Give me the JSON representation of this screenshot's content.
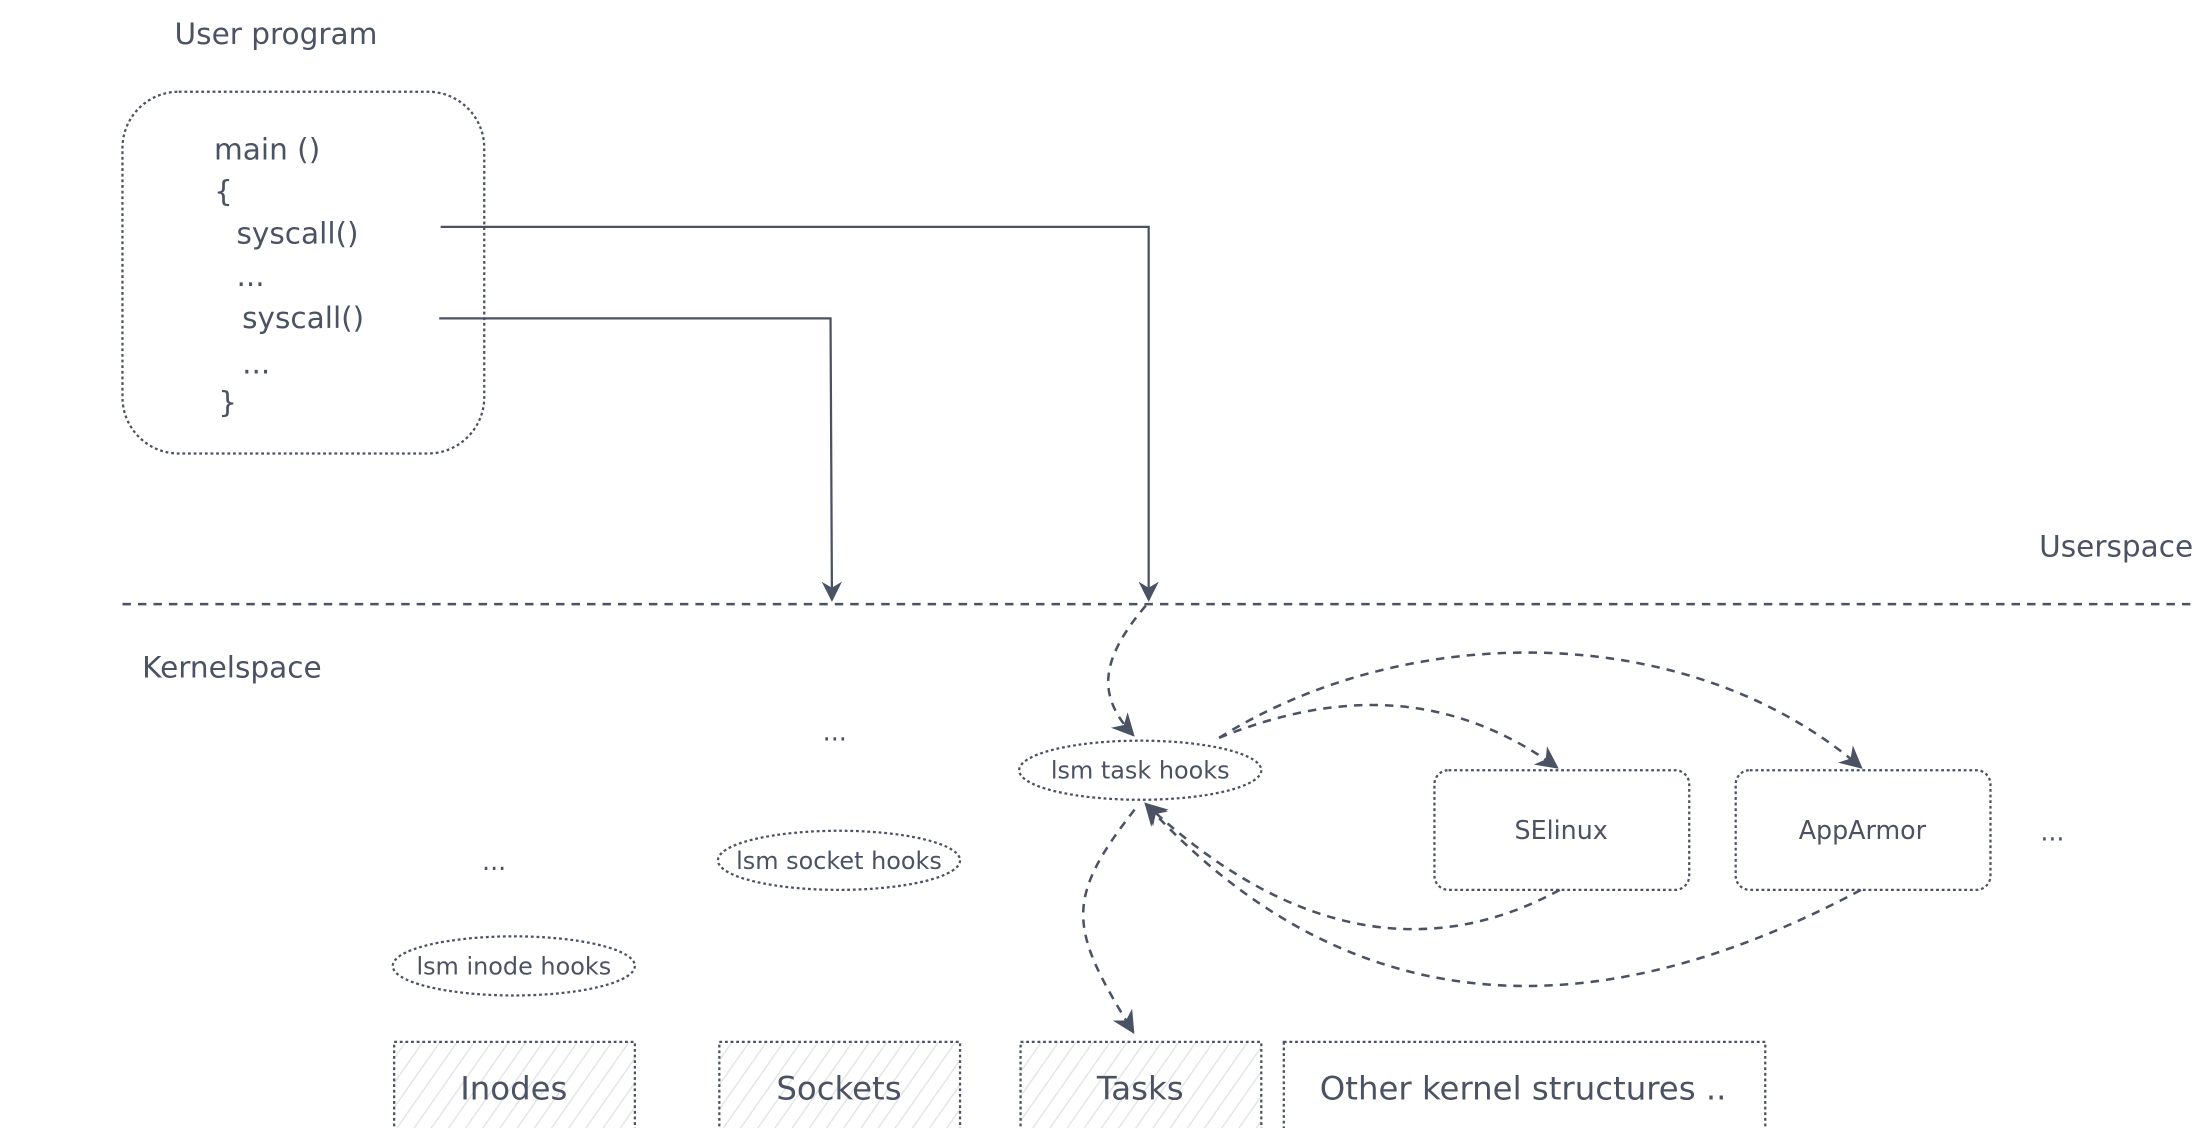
{
  "title": "User program",
  "code": {
    "lines": [
      "main ()",
      "{",
      "syscall()",
      "...",
      "syscall()",
      "...",
      "}"
    ]
  },
  "regions": {
    "userspace": "Userspace",
    "kernelspace": "Kernelspace"
  },
  "hooks": {
    "task": "lsm task hooks",
    "socket": "lsm socket hooks",
    "inode": "lsm inode hooks"
  },
  "modules": {
    "selinux": "SElinux",
    "apparmor": "AppArmor",
    "more": "..."
  },
  "ellipses": {
    "sockets_above": "...",
    "inode_above": "..."
  },
  "structures": {
    "inodes": "Inodes",
    "sockets": "Sockets",
    "tasks": "Tasks",
    "other": "Other kernel structures .."
  },
  "colors": {
    "ink": "#4a5263",
    "hatch": "#e2e4e8"
  }
}
